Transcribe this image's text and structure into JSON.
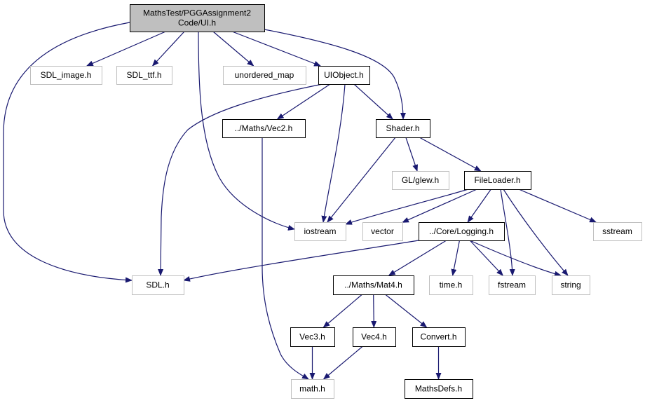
{
  "colors": {
    "root_fill": "#bfbfbf",
    "root_stroke": "#000000",
    "doc_stroke": "#000000",
    "ext_stroke": "#bfbfbf",
    "node_fill": "#ffffff",
    "edge": "#191970",
    "text": "#000000"
  },
  "nodes": [
    {
      "id": "root",
      "kind": "root",
      "lines": [
        "MathsTest/PGGAssignment2",
        "Code/UI.h"
      ]
    },
    {
      "id": "sdl_image",
      "kind": "ext",
      "lines": [
        "SDL_image.h"
      ]
    },
    {
      "id": "sdl_ttf",
      "kind": "ext",
      "lines": [
        "SDL_ttf.h"
      ]
    },
    {
      "id": "unordered_map",
      "kind": "ext",
      "lines": [
        "unordered_map"
      ]
    },
    {
      "id": "uiobject",
      "kind": "doc",
      "lines": [
        "UIObject.h"
      ]
    },
    {
      "id": "vec2",
      "kind": "doc",
      "lines": [
        "../Maths/Vec2.h"
      ]
    },
    {
      "id": "shader",
      "kind": "doc",
      "lines": [
        "Shader.h"
      ]
    },
    {
      "id": "glew",
      "kind": "ext",
      "lines": [
        "GL/glew.h"
      ]
    },
    {
      "id": "fileloader",
      "kind": "doc",
      "lines": [
        "FileLoader.h"
      ]
    },
    {
      "id": "iostream",
      "kind": "ext",
      "lines": [
        "iostream"
      ]
    },
    {
      "id": "vector",
      "kind": "ext",
      "lines": [
        "vector"
      ]
    },
    {
      "id": "logging",
      "kind": "doc",
      "lines": [
        "../Core/Logging.h"
      ]
    },
    {
      "id": "sstream",
      "kind": "ext",
      "lines": [
        "sstream"
      ]
    },
    {
      "id": "sdl",
      "kind": "ext",
      "lines": [
        "SDL.h"
      ]
    },
    {
      "id": "mat4",
      "kind": "doc",
      "lines": [
        "../Maths/Mat4.h"
      ]
    },
    {
      "id": "time",
      "kind": "ext",
      "lines": [
        "time.h"
      ]
    },
    {
      "id": "fstream",
      "kind": "ext",
      "lines": [
        "fstream"
      ]
    },
    {
      "id": "string",
      "kind": "ext",
      "lines": [
        "string"
      ]
    },
    {
      "id": "vec3",
      "kind": "doc",
      "lines": [
        "Vec3.h"
      ]
    },
    {
      "id": "vec4",
      "kind": "doc",
      "lines": [
        "Vec4.h"
      ]
    },
    {
      "id": "convert",
      "kind": "doc",
      "lines": [
        "Convert.h"
      ]
    },
    {
      "id": "math",
      "kind": "ext",
      "lines": [
        "math.h"
      ]
    },
    {
      "id": "mathsdefs",
      "kind": "doc",
      "lines": [
        "MathsDefs.h"
      ]
    }
  ],
  "edges": [
    {
      "from": "root",
      "to": "sdl"
    },
    {
      "from": "root",
      "to": "sdl_image"
    },
    {
      "from": "root",
      "to": "sdl_ttf"
    },
    {
      "from": "root",
      "to": "iostream"
    },
    {
      "from": "root",
      "to": "unordered_map"
    },
    {
      "from": "root",
      "to": "uiobject"
    },
    {
      "from": "root",
      "to": "shader"
    },
    {
      "from": "uiobject",
      "to": "sdl"
    },
    {
      "from": "uiobject",
      "to": "vec2"
    },
    {
      "from": "uiobject",
      "to": "iostream"
    },
    {
      "from": "uiobject",
      "to": "shader"
    },
    {
      "from": "vec2",
      "to": "math"
    },
    {
      "from": "shader",
      "to": "iostream"
    },
    {
      "from": "shader",
      "to": "glew"
    },
    {
      "from": "shader",
      "to": "fileloader"
    },
    {
      "from": "fileloader",
      "to": "iostream"
    },
    {
      "from": "fileloader",
      "to": "vector"
    },
    {
      "from": "fileloader",
      "to": "logging"
    },
    {
      "from": "fileloader",
      "to": "fstream"
    },
    {
      "from": "fileloader",
      "to": "string"
    },
    {
      "from": "fileloader",
      "to": "sstream"
    },
    {
      "from": "logging",
      "to": "sdl"
    },
    {
      "from": "logging",
      "to": "mat4"
    },
    {
      "from": "logging",
      "to": "time"
    },
    {
      "from": "logging",
      "to": "fstream"
    },
    {
      "from": "logging",
      "to": "string"
    },
    {
      "from": "mat4",
      "to": "vec3"
    },
    {
      "from": "mat4",
      "to": "vec4"
    },
    {
      "from": "mat4",
      "to": "convert"
    },
    {
      "from": "vec3",
      "to": "math"
    },
    {
      "from": "vec4",
      "to": "math"
    },
    {
      "from": "convert",
      "to": "mathsdefs"
    }
  ]
}
